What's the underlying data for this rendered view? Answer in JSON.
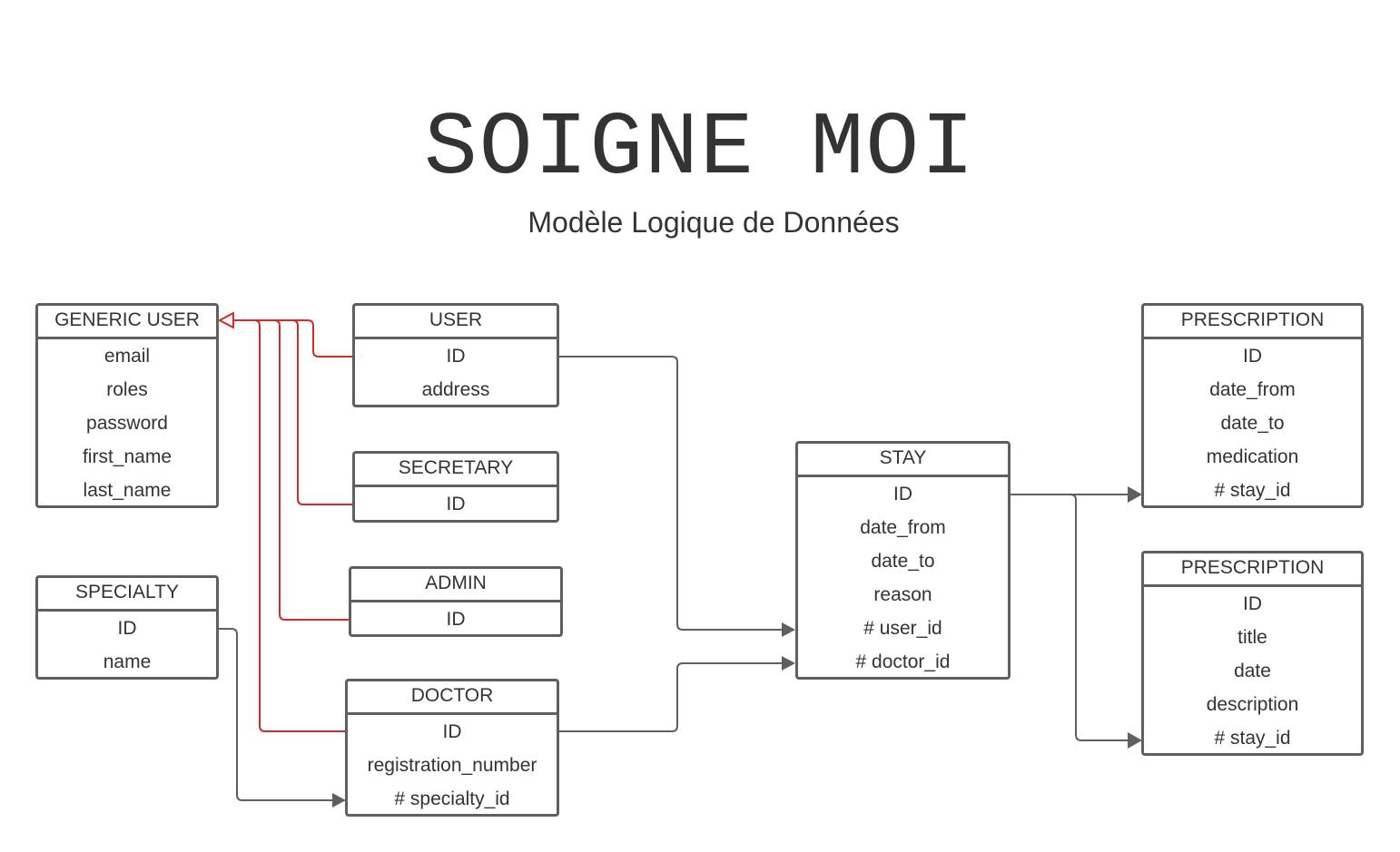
{
  "header": {
    "title": "SOIGNE MOI",
    "subtitle": "Modèle Logique de Données"
  },
  "colors": {
    "entity_border": "#5f5f5f",
    "text": "#333333",
    "link": "#5f5f5f",
    "inheritance_link": "#d52a2a"
  },
  "entities": {
    "generic_user": {
      "name": "GENERIC USER",
      "fields": [
        "email",
        "roles",
        "password",
        "first_name",
        "last_name"
      ]
    },
    "user": {
      "name": "USER",
      "fields": [
        "ID",
        "address"
      ]
    },
    "secretary": {
      "name": "SECRETARY",
      "fields": [
        "ID"
      ]
    },
    "admin": {
      "name": "ADMIN",
      "fields": [
        "ID"
      ]
    },
    "doctor": {
      "name": "DOCTOR",
      "fields": [
        "ID",
        "registration_number",
        "# specialty_id"
      ]
    },
    "specialty": {
      "name": "SPECIALTY",
      "fields": [
        "ID",
        "name"
      ]
    },
    "stay": {
      "name": "STAY",
      "fields": [
        "ID",
        "date_from",
        "date_to",
        "reason",
        "# user_id",
        "# doctor_id"
      ]
    },
    "prescription_1": {
      "name": "PRESCRIPTION",
      "fields": [
        "ID",
        "date_from",
        "date_to",
        "medication",
        "# stay_id"
      ]
    },
    "prescription_2": {
      "name": "PRESCRIPTION",
      "fields": [
        "ID",
        "title",
        "date",
        "description",
        "# stay_id"
      ]
    }
  },
  "relations": [
    {
      "from": "user",
      "to": "generic_user",
      "kind": "inheritance"
    },
    {
      "from": "secretary",
      "to": "generic_user",
      "kind": "inheritance"
    },
    {
      "from": "admin",
      "to": "generic_user",
      "kind": "inheritance"
    },
    {
      "from": "doctor",
      "to": "generic_user",
      "kind": "inheritance"
    },
    {
      "from": "user",
      "to": "stay",
      "kind": "reference"
    },
    {
      "from": "doctor",
      "to": "stay",
      "kind": "reference"
    },
    {
      "from": "specialty",
      "to": "doctor",
      "kind": "reference"
    },
    {
      "from": "stay",
      "to": "prescription_1",
      "kind": "reference"
    },
    {
      "from": "stay",
      "to": "prescription_2",
      "kind": "reference"
    }
  ]
}
